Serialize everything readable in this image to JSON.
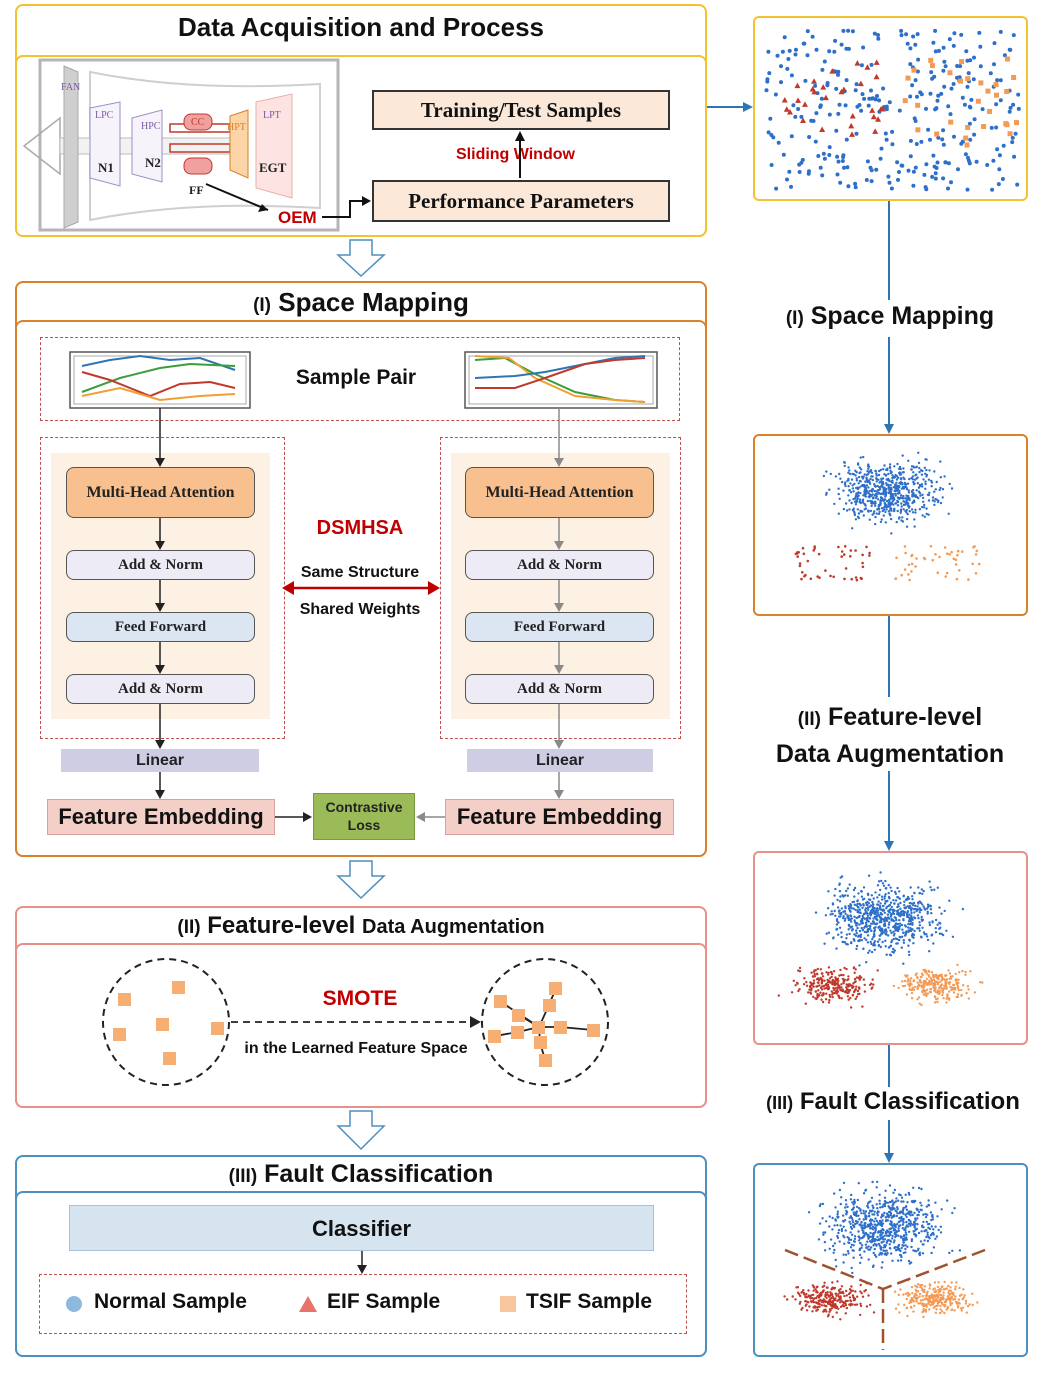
{
  "section0": {
    "title": "Data Acquisition and Process",
    "engine_labels": {
      "fan": "FAN",
      "lpc": "LPC",
      "hpc": "HPC",
      "cc": "CC",
      "hpt": "HPT",
      "lpt": "LPT",
      "n1": "N1",
      "n2": "N2",
      "egt": "EGT",
      "ff": "FF"
    },
    "oem": "OEM",
    "training_box": "Training/Test Samples",
    "sliding_window": "Sliding Window",
    "performance_box": "Performance Parameters"
  },
  "section1": {
    "title_prefix": "(I)",
    "title_main": "Space Mapping",
    "sample_pair": "Sample Pair",
    "mha": "Multi-Head Attention",
    "add_norm": "Add & Norm",
    "feed_forward": "Feed Forward",
    "dsmhsa": "DSMHSA",
    "same_structure": "Same Structure",
    "shared_weights": "Shared Weights",
    "linear": "Linear",
    "feature_embedding": "Feature Embedding",
    "contrastive_loss": "Contrastive Loss"
  },
  "section2": {
    "title_prefix": "(II)",
    "title_main": "Feature-level",
    "title_rest": "Data Augmentation",
    "smote": "SMOTE",
    "smote_sub": "in the Learned Feature Space"
  },
  "section3": {
    "title_prefix": "(III)",
    "title_main": "Fault Classification",
    "classifier": "Classifier",
    "legend": [
      {
        "symbol": "circle",
        "label": "Normal Sample",
        "color": "#8fb8de"
      },
      {
        "symbol": "triangle",
        "label": "EIF Sample",
        "color": "#e8736c"
      },
      {
        "symbol": "square",
        "label": "TSIF Sample",
        "color": "#f8c7a0"
      }
    ]
  },
  "right": {
    "label1_prefix": "(I)",
    "label1_main": "Space Mapping",
    "label2_prefix": "(II)",
    "label2_main": "Feature-level",
    "label2_line2": "Data Augmentation",
    "label3_prefix": "(III)",
    "label3_main": "Fault Classification"
  },
  "colors": {
    "yellow": "#f2c230",
    "orange": "#d9822b",
    "pink": "#e8918a",
    "blue": "#4d8fbf",
    "normal": "#2e6fc9",
    "eif": "#c0392b",
    "tsif": "#f39a55",
    "red_text": "#c00000"
  }
}
